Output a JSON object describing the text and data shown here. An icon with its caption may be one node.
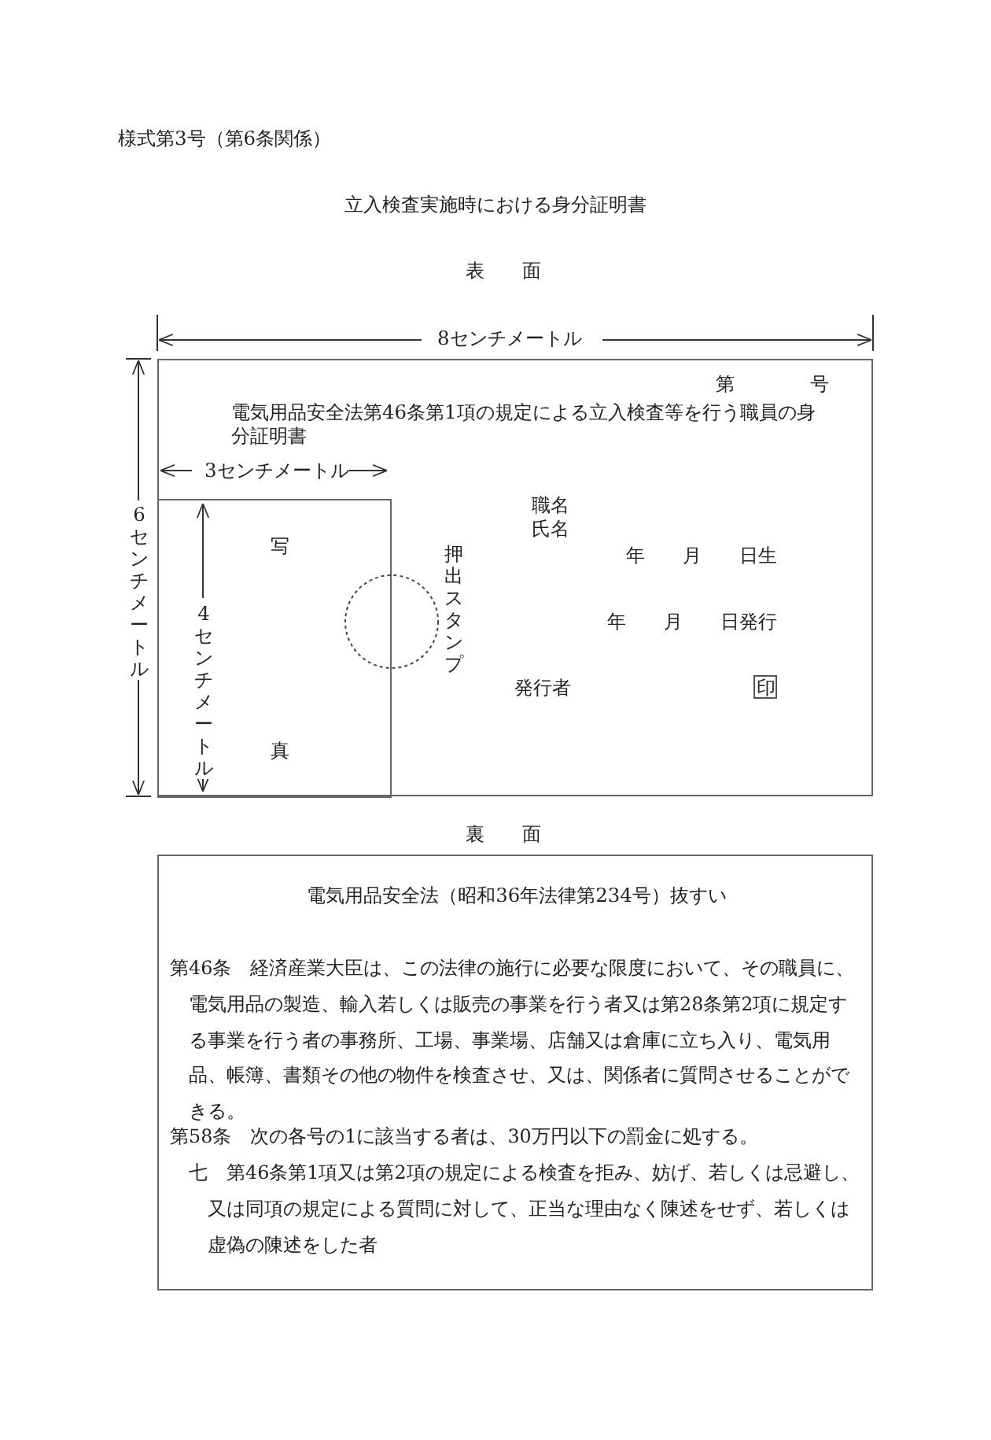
{
  "diagram": {
    "title": "立入検査実施時における身分証明書",
    "nodes": [
      {
        "text": [
          "第　　　　号",
          "電気用品安全法第46条第1項の規定による立入検査等を行う職員の身分証明書",
          "職名",
          "氏名",
          "年　　月　　日生",
          "年　　月　　日発行",
          "発行者"
        ]
      },
      {
        "text": [
          "写",
          "真"
        ],
        "in": 0
      },
      {
        "text": [],
        "shape": "circle",
        "in": 0,
        "beside": [
          "押出スタンプ"
        ]
      },
      {
        "text": [
          "印"
        ],
        "in": 0
      },
      {
        "text": [
          "電気用品安全法（昭和36年法律第234号）抜すい",
          "第46条　経済産業大臣は、この法律の施行に必要な限度において、その職員に、電気用品の製造、輸入若しくは販売の事業を行う者又は第28条第2項に規定する事業を行う者の事務所、工場、事業場、店舗又は倉庫に立ち入り、電気用品、帳簿、書類その他の物件を検査させ、又は、関係者に質問させることができる。",
          "第58条　次の各号の1に該当する者は、30万円以下の罰金に処する。",
          "七　第46条第1項又は第2項の規定による検査を拒み、妨げ、若しくは忌避し、又は同項の規定による質問に対して、正当な理由なく陳述をせず、若しくは虚偽の陳述をした者"
        ]
      }
    ],
    "labels": [
      "様式第3号（第6条関係）",
      "表　　面",
      "8センチメートル",
      "6センチメートル",
      "3センチメートル",
      "4センチメートル",
      "裏　　面"
    ]
  }
}
